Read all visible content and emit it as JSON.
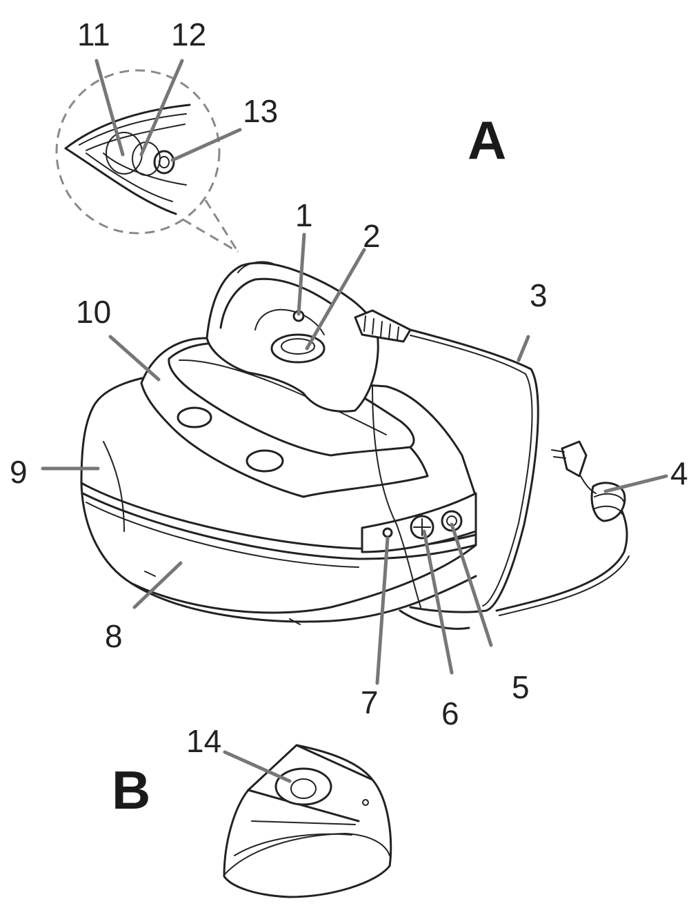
{
  "panels": {
    "a": "A",
    "b": "B"
  },
  "callouts": {
    "c1": "1",
    "c2": "2",
    "c3": "3",
    "c4": "4",
    "c5": "5",
    "c6": "6",
    "c7": "7",
    "c8": "8",
    "c9": "9",
    "c10": "10",
    "c11": "11",
    "c12": "12",
    "c13": "13",
    "c14": "14"
  }
}
